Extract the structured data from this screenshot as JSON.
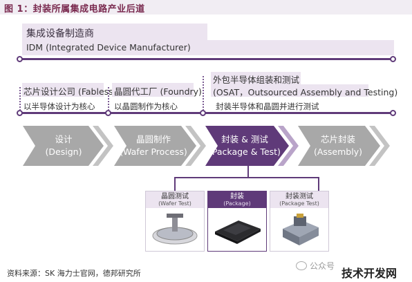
{
  "title": "图 1：封装所属集成电路产业后道",
  "idm": {
    "title": "集成设备制造商",
    "subtitle": "IDM (Integrated Device Manufacturer)"
  },
  "groups": [
    {
      "name": "芯片设计公司 (Fabless)",
      "core": "以半导体设计为核心"
    },
    {
      "name": "晶圆代工厂 (Foundry)",
      "core": "以晶圆制作为核心"
    },
    {
      "name_line1": "外包半导体组装和测试",
      "name_line2": "(OSAT，Outsourced Assembly and Testing)",
      "core": "封装半导体和晶圆并进行测试"
    }
  ],
  "stages": [
    {
      "zh": "设计",
      "en": "(Design)"
    },
    {
      "zh": "晶圆制作",
      "en": "(Wafer Process)"
    },
    {
      "zh": "封装 & 测试",
      "en": "(Package & Test)"
    },
    {
      "zh": "芯片封装",
      "en": "(Assembly)"
    }
  ],
  "sub_steps": [
    {
      "zh": "晶圆测试",
      "en": "(Wafer Test)"
    },
    {
      "zh": "封装",
      "en": "(Package)"
    },
    {
      "zh": "封装测试",
      "en": "(Package Test)"
    }
  ],
  "source": "资料来源：SK 海力士官网，德邦研究所",
  "watermark": {
    "account": "公众号",
    "site": "技术开发网"
  },
  "colors": {
    "accent": "#5f3a79",
    "grey": "#a9a9a9",
    "band": "#ece4f0"
  }
}
